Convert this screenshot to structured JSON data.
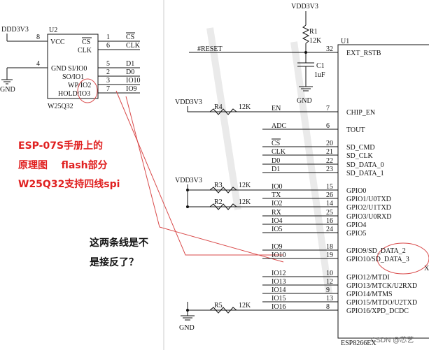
{
  "flash": {
    "ref": "U2",
    "part": "W25Q32",
    "supply": "DDD3V3",
    "gnd": "GND",
    "pins_left": [
      {
        "num": "8",
        "name": "VCC"
      },
      {
        "num": "4",
        "name": "GND"
      }
    ],
    "pins_right": [
      {
        "num": "1",
        "name": "CS",
        "net": "CS",
        "overbar": true
      },
      {
        "num": "6",
        "name": "CLK",
        "net": "CLK"
      },
      {
        "num": "5",
        "name": "SI/IO0",
        "net": "D1"
      },
      {
        "num": "2",
        "name": "SO/IO1",
        "net": "D0"
      },
      {
        "num": "3",
        "name": "WP/IO2",
        "net": "IO10"
      },
      {
        "num": "7",
        "name": "HOLD/IO3",
        "net": "IO9"
      }
    ],
    "gnd_pin_label": "GND SI/IO0"
  },
  "esp": {
    "ref": "U1",
    "part": "ESP8266EX",
    "supply_top": "VDD3V3",
    "supply_left": "VDD3V3",
    "reset_net": "#RESET",
    "r1": {
      "ref": "R1",
      "value": "12K"
    },
    "c1": {
      "ref": "C1",
      "value": "1uF"
    },
    "gnd": "GND",
    "rows": [
      {
        "net": "#RESET",
        "num": "32",
        "pin": "EXT_RSTB"
      },
      {
        "net": "EN",
        "num": "7",
        "pin": "CHIP_EN",
        "res": "R4",
        "res_val": "12K"
      },
      {
        "net": "ADC",
        "num": "6",
        "pin": "TOUT"
      },
      {
        "net": "CS",
        "num": "20",
        "pin": "SD_CMD"
      },
      {
        "net": "CLK",
        "num": "21",
        "pin": "SD_CLK"
      },
      {
        "net": "D0",
        "num": "22",
        "pin": "SD_DATA_0"
      },
      {
        "net": "D1",
        "num": "23",
        "pin": "SD_DATA_1"
      },
      {
        "net": "IO0",
        "num": "15",
        "pin": "GPIO0",
        "res": "R3",
        "res_val": "12K"
      },
      {
        "net": "TX",
        "num": "26",
        "pin": "GPIO1/U0TXD"
      },
      {
        "net": "IO2",
        "num": "14",
        "pin": "GPIO2/U1TXD",
        "res": "R2",
        "res_val": "12K"
      },
      {
        "net": "RX",
        "num": "25",
        "pin": "GPIO3/U0RXD"
      },
      {
        "net": "IO4",
        "num": "16",
        "pin": "GPIO4"
      },
      {
        "net": "IO5",
        "num": "24",
        "pin": "GPIO5"
      },
      {
        "net": "IO9",
        "num": "18",
        "pin": "GPIO9/SD_DATA_2"
      },
      {
        "net": "IO10",
        "num": "19",
        "pin": "GPIO10/SD_DATA_3"
      },
      {
        "net": "IO12",
        "num": "10",
        "pin": "GPIO12/MTDI"
      },
      {
        "net": "IO13",
        "num": "12",
        "pin": "GPIO13/MTCK/U2RXD"
      },
      {
        "net": "IO14",
        "num": "9",
        "pin": "GPIO14/MTMS"
      },
      {
        "net": "IO15",
        "num": "13",
        "pin": "GPIO15/MTDO/U2TXD"
      },
      {
        "net": "IO16",
        "num": "8",
        "pin": "GPIO16/XPD_DCDC",
        "res": "R5",
        "res_val": "12K"
      }
    ],
    "x_mark": "X"
  },
  "annotations": {
    "red_lines": [
      "ESP-07S手册上的",
      "原理图    flash部分",
      "W25Q32支持四线spi"
    ],
    "question_lines": [
      "这两条线是不",
      "是接反了？"
    ],
    "watermark": "CSDN @芯艺"
  }
}
